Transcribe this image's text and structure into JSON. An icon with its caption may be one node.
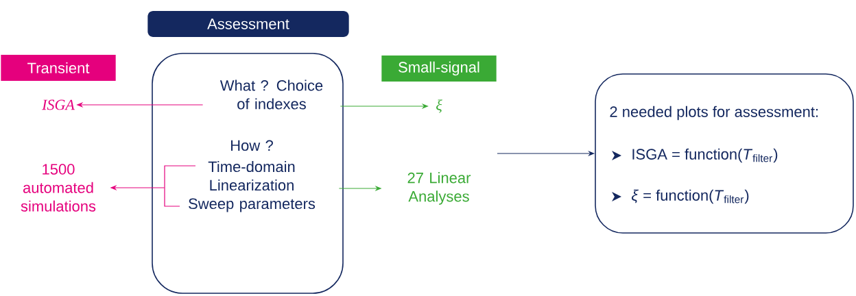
{
  "diagram": {
    "nodes": [
      {
        "text": [
          "Assessment"
        ]
      },
      {
        "text": [],
        "shape": "box"
      },
      {
        "text": [
          "What ? Choice of indexes"
        ],
        "in": 1
      },
      {
        "text": [
          "How ?",
          "Time-domain Linearization Sweep parameters"
        ],
        "in": 1
      },
      {
        "text": [
          "Transient"
        ]
      },
      {
        "text": [
          "ISGA"
        ]
      },
      {
        "text": [
          "1500 automated simulations"
        ]
      },
      {
        "text": [
          "Small-signal"
        ]
      },
      {
        "text": [
          "ξ"
        ]
      },
      {
        "text": [
          "27 Linear Analyses"
        ]
      },
      {
        "text": [
          "2 needed plots for assessment:",
          "ISGA = function(*T*$_{filter}$)",
          "*ξ* = function(*T*$_{filter}$)"
        ]
      }
    ],
    "edges": [
      {
        "from": 2,
        "to": 5,
        "arrow": "to",
        "color": "#e5007d"
      },
      {
        "from": 2,
        "to": 8,
        "arrow": "to",
        "color": "#3aaa35"
      },
      {
        "from": 3,
        "to": 6,
        "arrow": "to",
        "color": "#e5007d"
      },
      {
        "from": 3,
        "to": 9,
        "arrow": "to",
        "color": "#3aaa35"
      },
      {
        "from": null,
        "to": 10,
        "arrow": "to",
        "color": "#14285f"
      }
    ]
  }
}
